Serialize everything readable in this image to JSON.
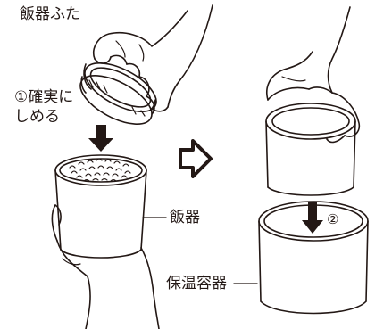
{
  "labels": {
    "lid": "飯器ふた",
    "step1": "①確実に\nしめる",
    "bowl": "飯器",
    "step2": "②",
    "container": "保温容器"
  },
  "colors": {
    "line": "#231815",
    "background": "#ffffff"
  },
  "icons": {
    "step_arrow": "outline-right-arrow-icon",
    "push_arrow": "down-arrow-icon"
  }
}
